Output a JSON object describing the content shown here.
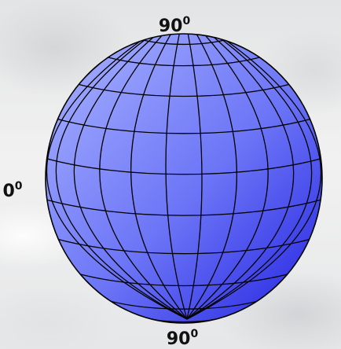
{
  "labels": {
    "top": {
      "base": "90",
      "sup": "0"
    },
    "left": {
      "base": "0",
      "sup": "0"
    },
    "bottom": {
      "base": "90",
      "sup": "0"
    }
  },
  "colors": {
    "sphere_light": "#aab4ff",
    "sphere_dark": "#2222e0",
    "grid": "#000000"
  }
}
